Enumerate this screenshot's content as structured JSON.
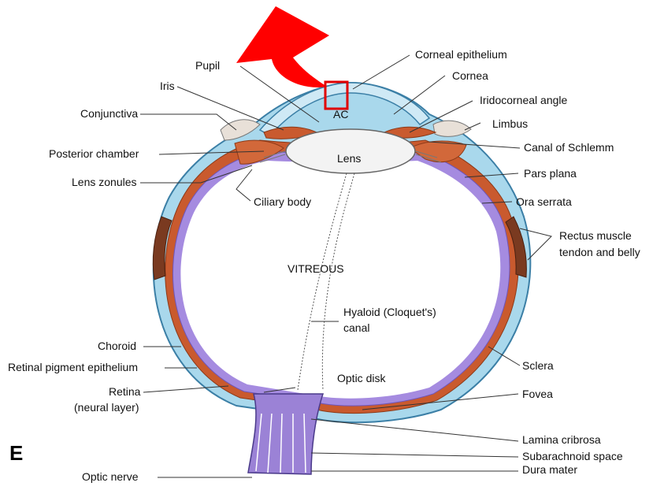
{
  "panel_letter": "E",
  "labels": {
    "pupil": "Pupil",
    "iris": "Iris",
    "conjunctiva": "Conjunctiva",
    "posterior_chamber": "Posterior chamber",
    "lens_zonules": "Lens zonules",
    "ciliary_body": "Ciliary body",
    "lens": "Lens",
    "ac": "AC",
    "vitreous": "VITREOUS",
    "hyaloid_1": "Hyaloid (Cloquet's)",
    "hyaloid_2": "canal",
    "choroid": "Choroid",
    "rpe": "Retinal pigment epithelium",
    "retina_1": "Retina",
    "retina_2": "(neural layer)",
    "optic_disk": "Optic disk",
    "optic_nerve": "Optic nerve",
    "corneal_epithelium": "Corneal epithelium",
    "cornea": "Cornea",
    "iridocorneal_angle": "Iridocorneal angle",
    "limbus": "Limbus",
    "canal_schlemm": "Canal of Schlemm",
    "pars_plana": "Pars plana",
    "ora_serrata": "Ora serrata",
    "rectus_1": "Rectus muscle",
    "rectus_2": "tendon and belly",
    "sclera": "Sclera",
    "fovea": "Fovea",
    "lamina_cribrosa": "Lamina cribrosa",
    "subarachnoid": "Subarachnoid space",
    "dura_mater": "Dura mater"
  },
  "colors": {
    "sclera_blue": "#a9d8ec",
    "choroid_red": "#c95a2e",
    "retina_purple": "#a58be0",
    "lens_fill": "#f3f3f3",
    "arrow_red": "#ff0000",
    "nerve_purple": "#9b82d6"
  }
}
